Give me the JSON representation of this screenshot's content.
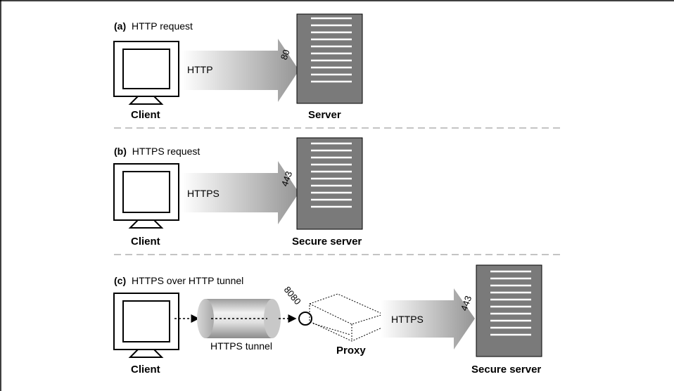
{
  "panels": {
    "a": {
      "tag": "(a)",
      "title": "HTTP request",
      "client_label": "Client",
      "arrow_label": "HTTP",
      "port": "80",
      "server_label": "Server"
    },
    "b": {
      "tag": "(b)",
      "title": "HTTPS request",
      "client_label": "Client",
      "arrow_label": "HTTPS",
      "port": "443",
      "server_label": "Secure server"
    },
    "c": {
      "tag": "(c)",
      "title": "HTTPS over HTTP tunnel",
      "client_label": "Client",
      "tunnel_label": "HTTPS tunnel",
      "proxy_port": "8080",
      "proxy_label": "Proxy",
      "arrow_label": "HTTPS",
      "port": "443",
      "server_label": "Secure server"
    }
  },
  "colors": {
    "line": "#000000",
    "monitor_fill": "#ffffff",
    "server_fill": "#7a7a7a",
    "arrow_dark": "#9a9a9a",
    "arrow_light": "#ffffff",
    "divider": "#b0b0b0",
    "tunnel_mid": "#e8e8e8",
    "tunnel_dark": "#9a9a9a"
  }
}
